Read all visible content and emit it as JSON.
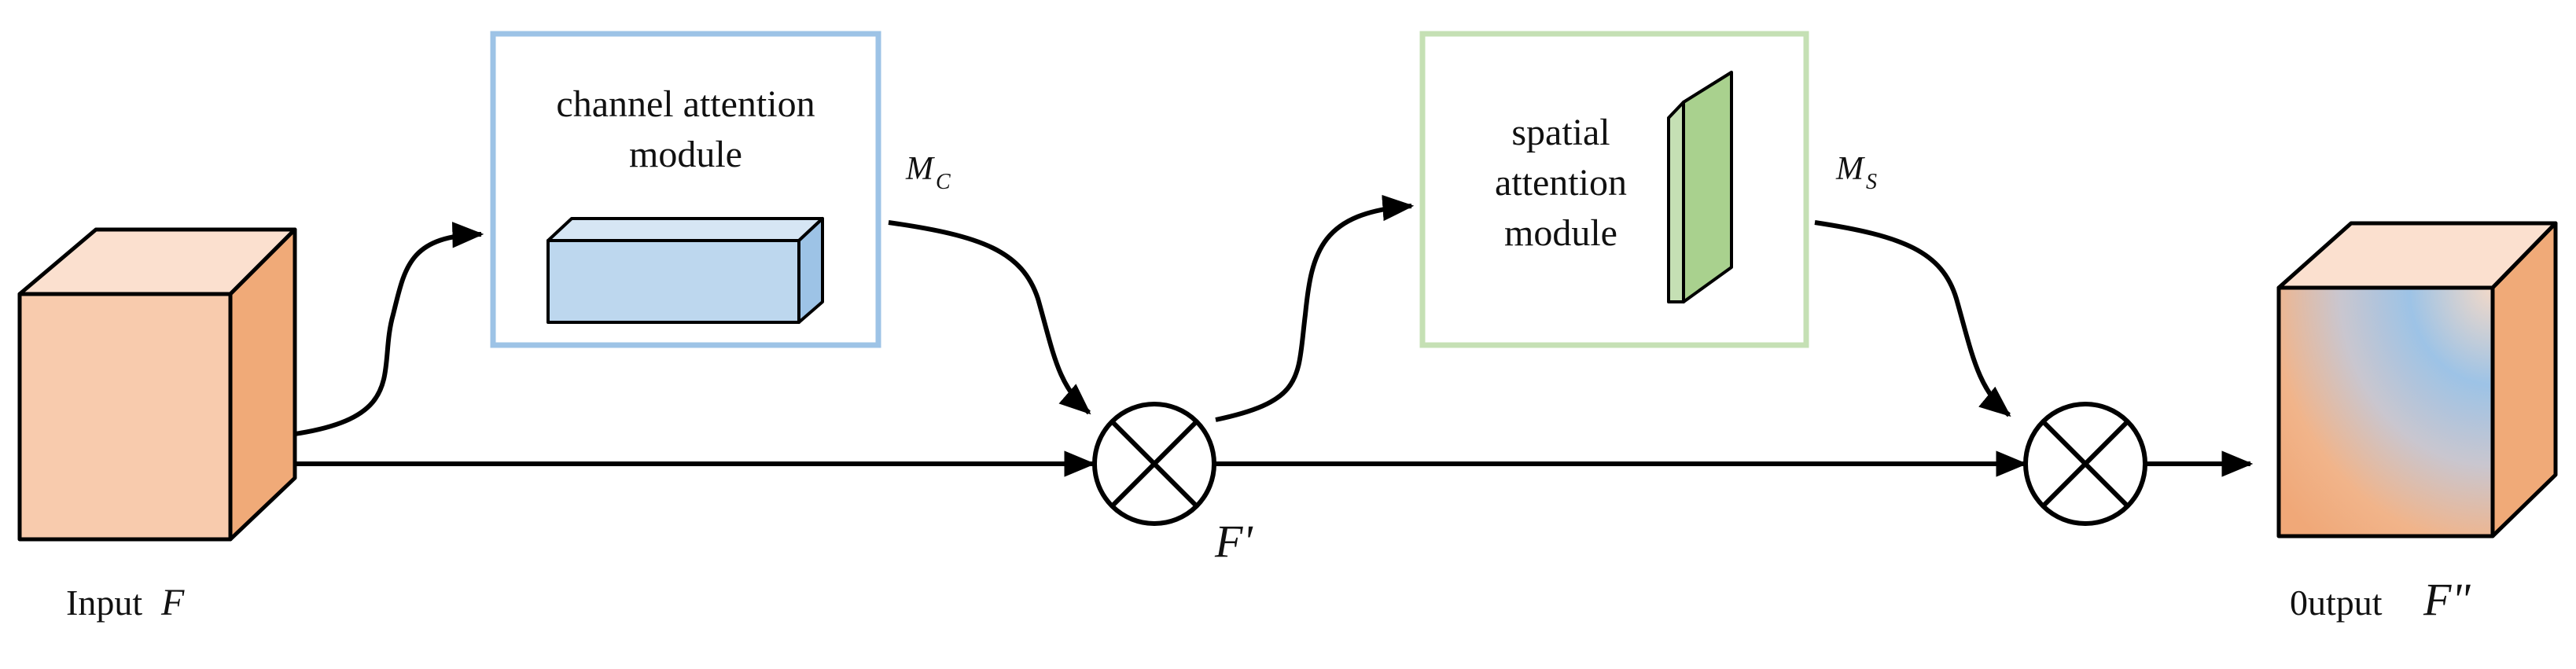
{
  "input": {
    "text": "Input",
    "var": "F"
  },
  "output": {
    "text": "0utput",
    "var": "F\""
  },
  "channel_module": {
    "line1": "channel attention",
    "line2": "module"
  },
  "spatial_module": {
    "line1": "spatial",
    "line2": "attention",
    "line3": "module"
  },
  "mc": {
    "base": "M",
    "sub": "C"
  },
  "ms": {
    "base": "M",
    "sub": "S"
  },
  "intermediate": {
    "text": "F'"
  },
  "colors": {
    "channel_border": "#9dc3e6",
    "spatial_border": "#c5e0b4",
    "cube_front": "#f8cbad",
    "cube_side": "#f0aa78",
    "cube_top": "#fbe0cf",
    "channel_block": "#bdd7ee",
    "spatial_block": "#a9d18e",
    "output_blue": "#9dc3e6",
    "output_orange": "#f4b183"
  }
}
